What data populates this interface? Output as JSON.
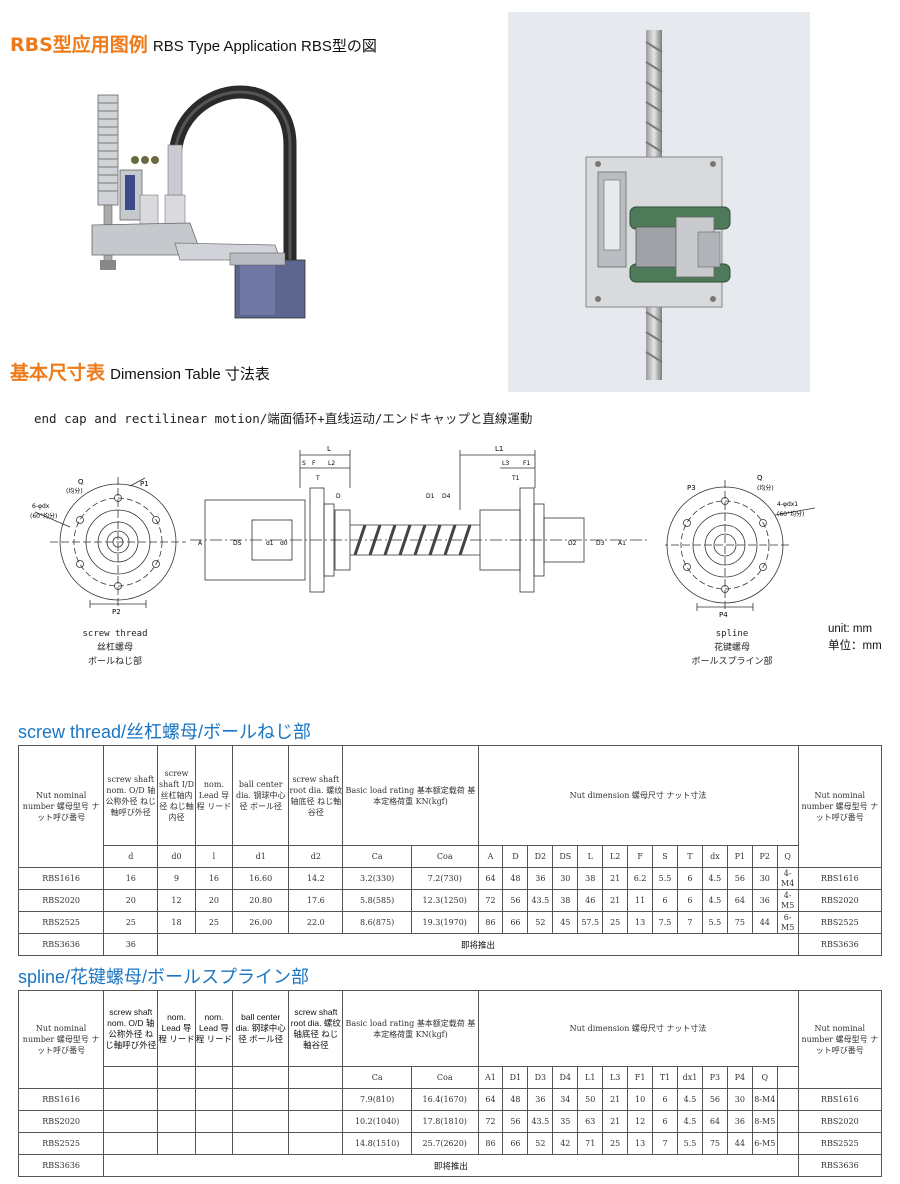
{
  "section1": {
    "title_cn": "RBS型应用图例",
    "title_en": "RBS Type Application  RBS型の図"
  },
  "section2": {
    "title_cn": "基本尺寸表",
    "title_en": "Dimension Table 寸法表"
  },
  "drawing": {
    "title": "end cap and rectilinear motion/端面循环+直线运动/エンドキャップと直線運動",
    "left_caption": [
      "screw thread",
      "丝杠螺母",
      "ボールねじ部"
    ],
    "right_caption": [
      "spline",
      "花键螺母",
      "ボールスプライン部"
    ],
    "left_labels": {
      "q": "Q",
      "q_sub": "(均分)",
      "p1": "P1",
      "holes": "6-φdx",
      "deg": "(60°均分)",
      "p2": "P2"
    },
    "right_labels": {
      "q": "Q",
      "q_sub": "(均分)",
      "p3": "P3",
      "holes": "4-φdx1",
      "deg": "(60°均分)",
      "p4": "P4"
    },
    "side_labels": {
      "L": "L",
      "S": "S",
      "F": "F",
      "L2": "L2",
      "T": "T",
      "L1": "L1",
      "L3": "L3",
      "F1": "F1",
      "T1": "T1",
      "D": "D",
      "D1": "D1",
      "D2": "D2",
      "D3": "D3",
      "D4": "D4",
      "A": "A",
      "A1": "A1",
      "DS": "DS",
      "d0": "d0",
      "d1": "d1"
    }
  },
  "unit": {
    "en": "unit: mm",
    "cn": "单位：mm"
  },
  "screw_table": {
    "title": "screw thread/丝杠螺母/ボールねじ部",
    "headers": {
      "nut_number": "Nut nominal number 螺母型号 ナット呼び番号",
      "shaft_od": "screw shaft nom. O/D 轴公称外径 ねじ軸呼び外径",
      "shaft_id": "screw shaft I/D 丝杠轴内径 ねじ軸内径",
      "lead": "nom. Lead 导程 リード",
      "ball_center": "ball center dia. 钢球中心径 ボール径",
      "root_dia": "screw shaft root dia. 螺纹轴底径 ねじ軸谷径",
      "load_rating": "Basic load rating 基本额定载荷 基本定格荷重 KN(kgf)",
      "nut_dim": "Nut dimension 螺母尺寸 ナット寸法",
      "nut_number_right": "Nut nominal number 螺母型号 ナット呼び番号"
    },
    "symbols": [
      "d",
      "d0",
      "l",
      "d1",
      "d2",
      "Ca",
      "Coa",
      "A",
      "D",
      "D2",
      "DS",
      "L",
      "L2",
      "F",
      "S",
      "T",
      "dx",
      "P1",
      "P2",
      "Q"
    ],
    "rows": [
      [
        "RBS1616",
        "16",
        "9",
        "16",
        "16.60",
        "14.2",
        "3.2(330)",
        "7.2(730)",
        "64",
        "48",
        "36",
        "30",
        "38",
        "21",
        "6.2",
        "5.5",
        "6",
        "4.5",
        "56",
        "30",
        "4-M4",
        "RBS1616"
      ],
      [
        "RBS2020",
        "20",
        "12",
        "20",
        "20.80",
        "17.6",
        "5.8(585)",
        "12.3(1250)",
        "72",
        "56",
        "43.5",
        "38",
        "46",
        "21",
        "11",
        "6",
        "6",
        "4.5",
        "64",
        "36",
        "4-M5",
        "RBS2020"
      ],
      [
        "RBS2525",
        "25",
        "18",
        "25",
        "26.00",
        "22.0",
        "8.6(875)",
        "19.3(1970)",
        "86",
        "66",
        "52",
        "45",
        "57.5",
        "25",
        "13",
        "7.5",
        "7",
        "5.5",
        "75",
        "44",
        "6-M5",
        "RBS2525"
      ]
    ],
    "last_row": {
      "model": "RBS3636",
      "d": "36",
      "note": "即将推出",
      "model_right": "RBS3636"
    }
  },
  "spline_table": {
    "title": "spline/花键螺母/ボールスプライン部",
    "headers": {
      "nut_number": "Nut nominal number 螺母型号 ナット呼び番号",
      "shaft_od": "screw shaft nom. O/D 轴公称外径 ねじ軸呼び外径",
      "lead1": "nom. Lead 导程 リード",
      "lead2": "nom. Lead 导程 リード",
      "ball_center": "ball center dia. 钢球中心径 ボール径",
      "root_dia": "screw shaft root dia. 螺纹轴底径 ねじ軸谷径",
      "load_rating": "Basic load rating 基本额定载荷 基本定格荷重 KN(kgf)",
      "nut_dim": "Nut dimension 螺母尺寸 ナット寸法",
      "nut_number_right": "Nut nominal number 螺母型号 ナット呼び番号"
    },
    "symbols": [
      "",
      "",
      "",
      "",
      "",
      "Ca",
      "Coa",
      "A1",
      "D1",
      "D3",
      "D4",
      "L1",
      "L3",
      "F1",
      "T1",
      "dx1",
      "P3",
      "P4",
      "Q"
    ],
    "rows": [
      [
        "RBS1616",
        "",
        "",
        "",
        "",
        "",
        "7.9(810)",
        "16.4(1670)",
        "64",
        "48",
        "36",
        "34",
        "50",
        "21",
        "10",
        "6",
        "4.5",
        "56",
        "30",
        "8-M4",
        "",
        "RBS1616"
      ],
      [
        "RBS2020",
        "",
        "",
        "",
        "",
        "",
        "10.2(1040)",
        "17.8(1810)",
        "72",
        "56",
        "43.5",
        "35",
        "63",
        "21",
        "12",
        "6",
        "4.5",
        "64",
        "36",
        "8-M5",
        "",
        "RBS2020"
      ],
      [
        "RBS2525",
        "",
        "",
        "",
        "",
        "",
        "14.8(1510)",
        "25.7(2620)",
        "86",
        "66",
        "52",
        "42",
        "71",
        "25",
        "13",
        "7",
        "5.5",
        "75",
        "44",
        "6-M5",
        "",
        "RBS2525"
      ]
    ],
    "last_row": {
      "model": "RBS3636",
      "note": "即将推出",
      "model_right": "RBS3636"
    }
  }
}
